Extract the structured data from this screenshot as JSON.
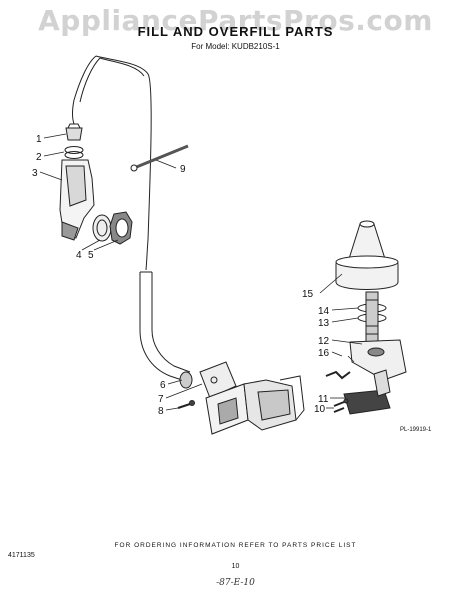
{
  "watermark": "AppliancePartsPros.com",
  "title": "FILL AND OVERFILL PARTS",
  "model": "For Model: KUDB210S-1",
  "figure_ref": "PL-19919-1",
  "footer": {
    "ordering_note": "FOR ORDERING INFORMATION REFER TO PARTS PRICE LIST",
    "doc_number": "4171135",
    "page_number": "10",
    "handwritten_date": "-87-E-10"
  },
  "callouts": [
    {
      "id": "c1",
      "label": "1"
    },
    {
      "id": "c2",
      "label": "2"
    },
    {
      "id": "c3",
      "label": "3"
    },
    {
      "id": "c4",
      "label": "4"
    },
    {
      "id": "c5",
      "label": "5"
    },
    {
      "id": "c6",
      "label": "6"
    },
    {
      "id": "c7",
      "label": "7"
    },
    {
      "id": "c8",
      "label": "8"
    },
    {
      "id": "c9",
      "label": "9"
    },
    {
      "id": "c10",
      "label": "10"
    },
    {
      "id": "c11",
      "label": "11"
    },
    {
      "id": "c12",
      "label": "12"
    },
    {
      "id": "c13",
      "label": "13"
    },
    {
      "id": "c14",
      "label": "14"
    },
    {
      "id": "c15",
      "label": "15"
    },
    {
      "id": "c16",
      "label": "16"
    }
  ]
}
